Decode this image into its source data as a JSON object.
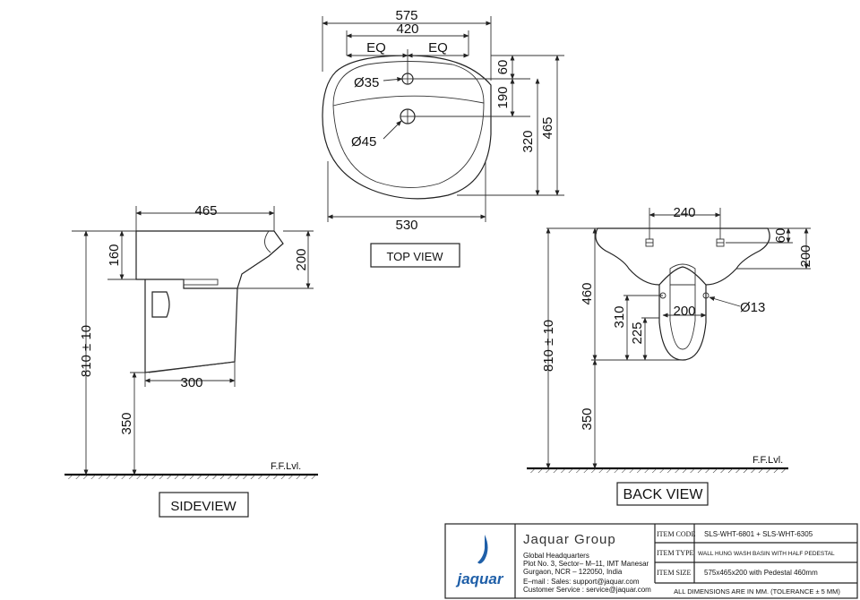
{
  "top_view": {
    "label": "TOP VIEW",
    "dims": {
      "w575": "575",
      "w420": "420",
      "eq_left": "EQ",
      "eq_right": "EQ",
      "d60": "60",
      "d190": "190",
      "d320": "320",
      "d465": "465",
      "hole_small": "Ø35",
      "hole_large": "Ø45",
      "w530": "530"
    }
  },
  "side_view": {
    "label": "SIDEVIEW",
    "dims": {
      "w465": "465",
      "h160": "160",
      "h200": "200",
      "h810": "810 ± 10",
      "h350": "350",
      "w300": "300"
    },
    "floor_label": "F.F.Lvl."
  },
  "back_view": {
    "label": "BACK VIEW",
    "dims": {
      "w240": "240",
      "h60": "60",
      "h200": "200",
      "h460": "460",
      "h310": "310",
      "h225": "225",
      "w200": "200",
      "hole": "Ø13",
      "h810": "810 ± 10",
      "h350": "350"
    },
    "floor_label": "F.F.Lvl."
  },
  "title_block": {
    "logo_text": "jaquar",
    "company": "Jaquar Group",
    "hq": "Global Headquarters",
    "addr1": "Plot No. 3, Sector– M–11, IMT Manesar",
    "addr2": "Gurgaon, NCR – 122050, India",
    "email": "E–mail : Sales: support@jaquar.com",
    "service": "Customer Service : service@jaquar.com",
    "rows": [
      {
        "key": "ITEM CODE",
        "value": "SLS-WHT-6801 + SLS-WHT-6305"
      },
      {
        "key": "ITEM TYPE",
        "value": "WALL HUNG WASH BASIN WITH HALF PEDESTAL"
      },
      {
        "key": "ITEM SIZE",
        "value": "575x465x200 with Pedestal 460mm"
      }
    ],
    "footer": "ALL DIMENSIONS ARE IN MM. (TOLERANCE ± 5 MM)",
    "colors": {
      "logo": "#1f5fa8"
    }
  }
}
